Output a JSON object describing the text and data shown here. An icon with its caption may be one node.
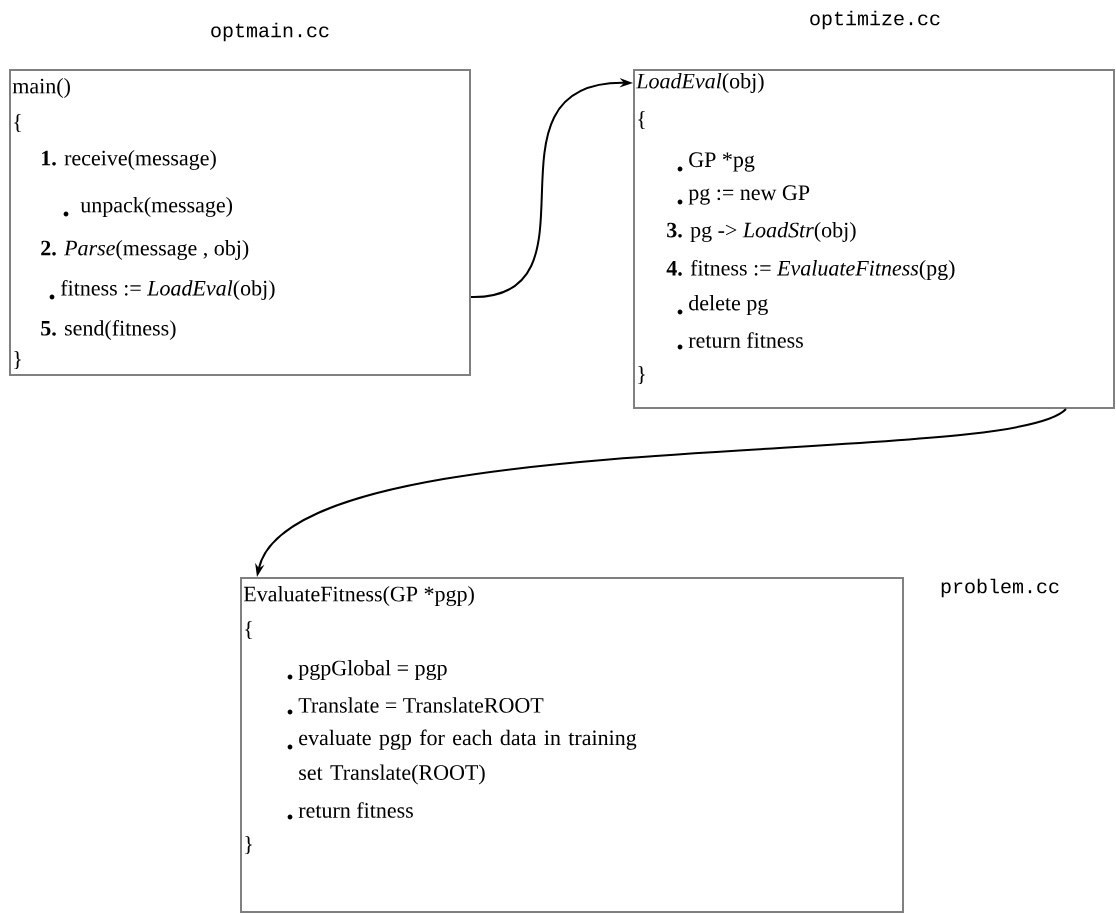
{
  "diagram": {
    "nodes": [
      {
        "text": [
          "main()",
          "{",
          "**1.** receive(message)",
          "unpack(message)",
          "**2.** *Parse*(message , obj)",
          "fitness := *LoadEval*(obj)",
          "**5.** send(fitness)",
          "}"
        ],
        "beside": [
          "optmain.cc"
        ]
      },
      {
        "text": [
          "*LoadEval*(obj)",
          "{",
          "GP *pg",
          "pg := new GP",
          "**3.** pg -> *LoadStr*(obj)",
          "**4.** fitness := *EvaluateFitness*(pg)",
          "delete pg",
          "return fitness",
          "}"
        ],
        "beside": [
          "optimize.cc"
        ]
      },
      {
        "text": [
          "EvaluateFitness(GP *pgp)",
          "{",
          "pgpGlobal = pgp",
          "Translate = TranslateROOT",
          "evaluate pgp for each data in training set Translate(ROOT)",
          "return fitness",
          "}"
        ],
        "beside": [
          "problem.cc"
        ]
      }
    ],
    "edges": [
      {
        "from": 0,
        "to": 1,
        "arrow": "to"
      },
      {
        "from": 1,
        "to": 2,
        "arrow": "to"
      }
    ]
  }
}
